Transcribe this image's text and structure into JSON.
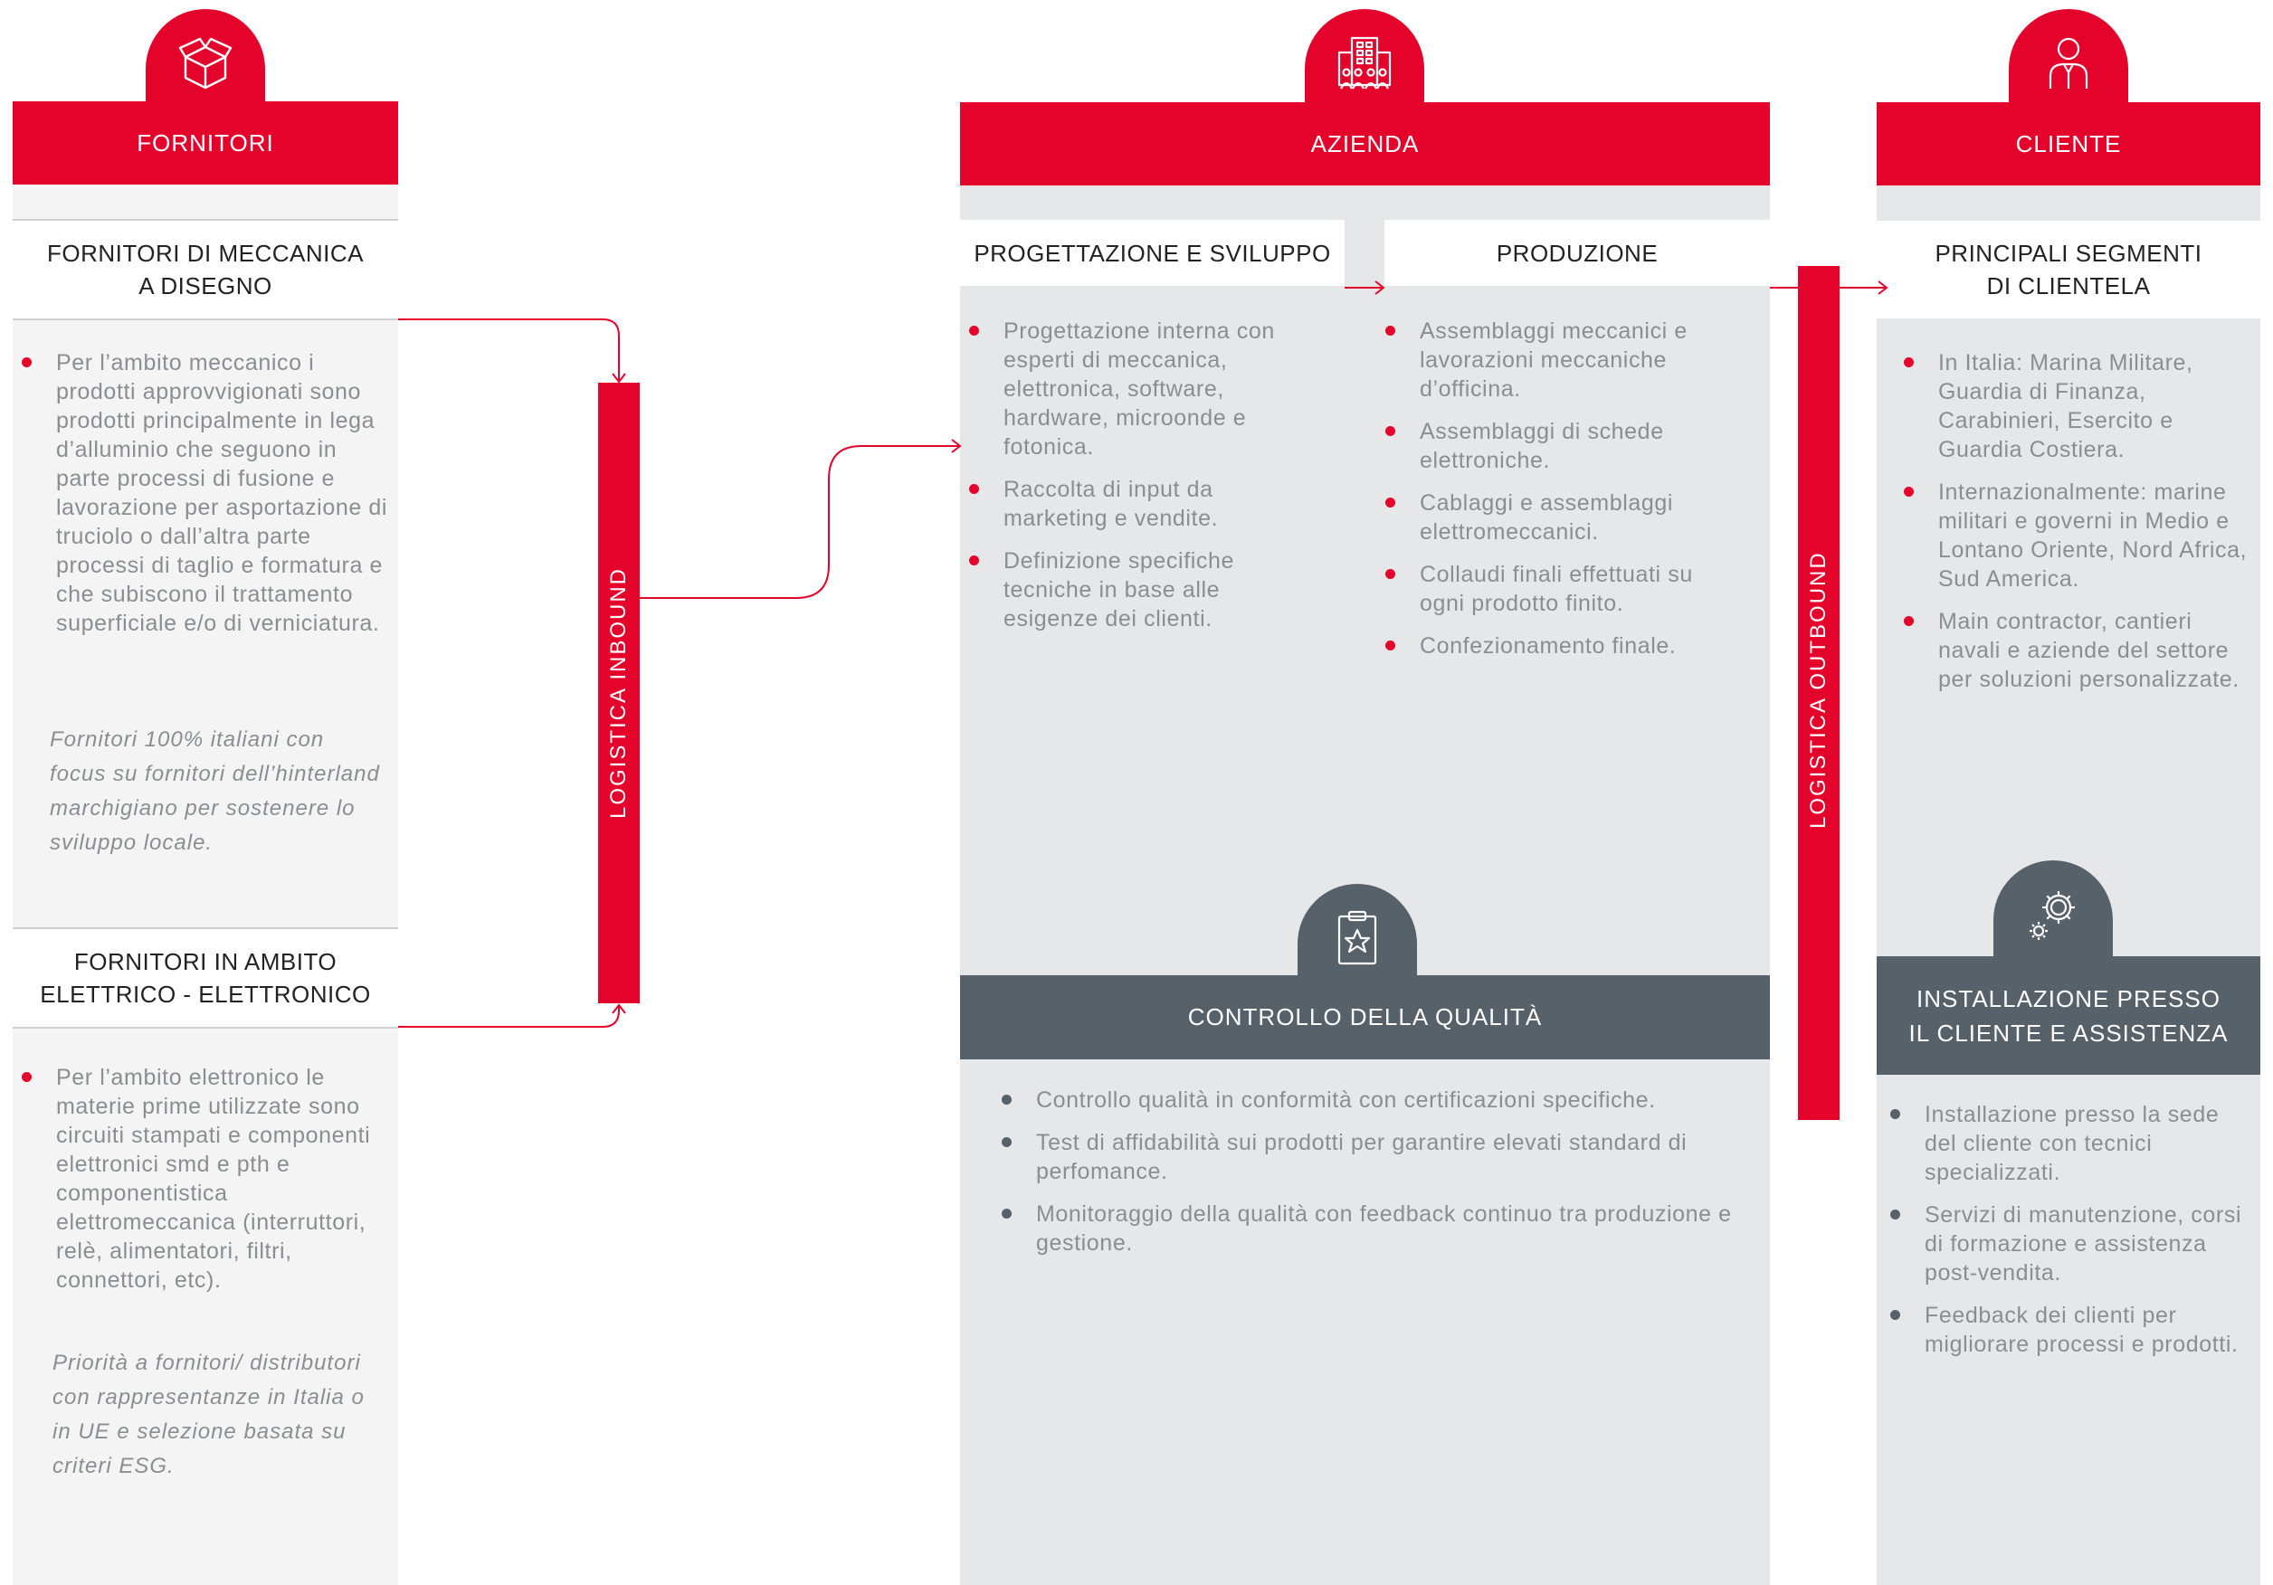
{
  "colors": {
    "accent": "#e4042b",
    "slate": "#56616a",
    "panel_light": "#f4f4f4",
    "panel_mid": "#e6e7e9",
    "body_text": "#8a8d91"
  },
  "fornitori": {
    "header": "FORNITORI",
    "icon": "box-icon",
    "meccanica": {
      "title_line1": "FORNITORI DI MECCANICA",
      "title_line2": "A DISEGNO",
      "bullets": [
        "Per l’ambito meccanico i prodotti approvvigionati sono prodotti principalmente in lega d’alluminio che seguono in parte processi di fusione e lavorazione per asportazione di truciolo o dall’altra parte processi di taglio e formatura e che subiscono il trattamento superficiale e/o di verniciatura."
      ],
      "note": "Fornitori 100% italiani con focus su fornitori dell’hinterland marchigiano per sostenere lo sviluppo locale."
    },
    "elettronico": {
      "title_line1": "FORNITORI IN AMBITO",
      "title_line2": "ELETTRICO - ELETTRONICO",
      "bullets": [
        "Per l’ambito elettronico le materie prime utilizzate sono circuiti stampati e componenti elettronici smd e pth e componentistica elettromeccanica (interruttori, relè, alimentatori, filtri, connettori, etc)."
      ],
      "note": "Priorità a fornitori/ distributori con rappresentanze in Italia o in UE e selezione basata su criteri ESG."
    }
  },
  "logistica_inbound": "LOGISTICA INBOUND",
  "logistica_outbound": "LOGISTICA OUTBOUND",
  "azienda": {
    "header": "AZIENDA",
    "icon": "building-icon",
    "progettazione": {
      "title": "PROGETTAZIONE E SVILUPPO",
      "bullets": [
        "Progettazione interna con esperti di meccanica, elettronica, software, hardware, microonde e fotonica.",
        "Raccolta di input da marketing e vendite.",
        "Definizione specifiche tecniche in base alle esigenze dei clienti."
      ]
    },
    "produzione": {
      "title": "PRODUZIONE",
      "bullets": [
        "Assemblaggi meccanici e lavorazioni meccaniche d’officina.",
        "Assemblaggi di schede elettroniche.",
        "Cablaggi e assemblaggi elettromeccanici.",
        "Collaudi finali effettuati su ogni prodotto finito.",
        "Confezionamento finale."
      ]
    },
    "qualita": {
      "header": "CONTROLLO DELLA QUALITÀ",
      "icon": "clipboard-star-icon",
      "bullets": [
        "Controllo qualità in conformità con certificazioni specifiche.",
        "Test di affidabilità sui prodotti per garantire elevati standard di perfomance.",
        "Monitoraggio della qualità con feedback continuo tra produzione e gestione."
      ]
    }
  },
  "cliente": {
    "header": "CLIENTE",
    "icon": "customer-icon",
    "segmenti": {
      "title_line1": "PRINCIPALI SEGMENTI",
      "title_line2": "DI CLIENTELA",
      "bullets": [
        "In Italia: Marina Militare, Guardia di Finanza, Carabinieri, Esercito e Guardia Costiera.",
        "Internazionalmente: marine militari e governi in Medio e Lontano Oriente, Nord Africa, Sud America.",
        "Main contractor, cantieri navali e aziende del settore per soluzioni personalizzate."
      ]
    },
    "installazione": {
      "header_line1": "INSTALLAZIONE PRESSO",
      "header_line2": "IL CLIENTE E ASSISTENZA",
      "icon": "gears-icon",
      "bullets": [
        "Installazione presso la sede del cliente con tecnici specializzati.",
        "Servizi di manutenzione, corsi di formazione e assistenza post-vendita.",
        "Feedback dei clienti per migliorare processi e prodotti."
      ]
    }
  }
}
